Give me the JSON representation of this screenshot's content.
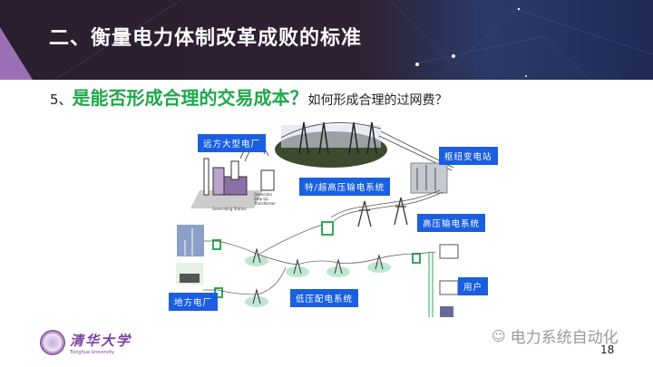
{
  "header": {
    "title": "二、衡量电力体制改革成败的标准"
  },
  "question": {
    "number": "5、",
    "highlight": "是能否形成合理的交易成本？",
    "rest": "如何形成合理的过网费？"
  },
  "diagram": {
    "labels": {
      "remote_plant": "远方大型电厂",
      "uhv": "特/超高压输电系统",
      "hub_substation": "枢纽变电站",
      "hv": "高压输电系统",
      "user": "用户",
      "lv": "低压配电系统",
      "local_plant": "地方电厂"
    },
    "captions": {
      "generating_station": "Generating Station",
      "step_up": "Generator Step Up Transformer"
    }
  },
  "footer": {
    "logo_cn": "清华大学",
    "logo_en": "Tsinghua University",
    "watermark": "电力系统自动化",
    "page": "18"
  },
  "colors": {
    "green": "#1fa84a",
    "label_blue": "#1a5fe0",
    "purple": "#7b3f9e"
  }
}
